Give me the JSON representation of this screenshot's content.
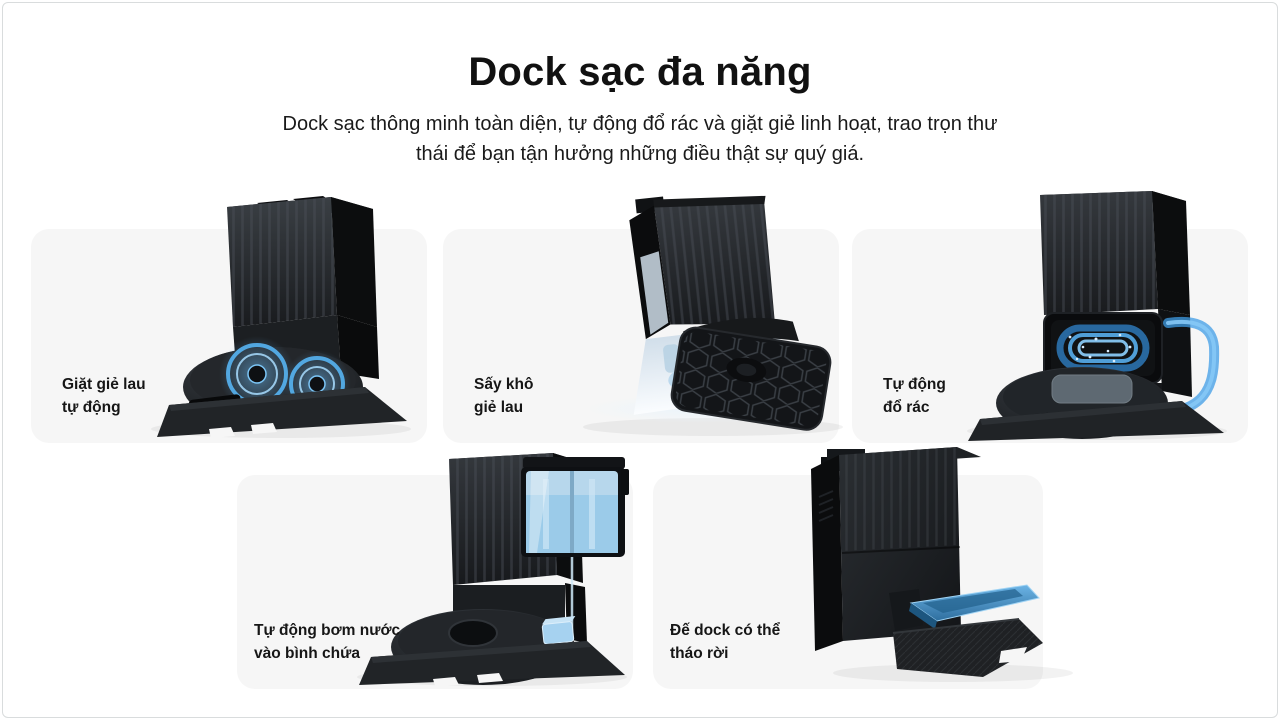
{
  "colors": {
    "page_background": "#ffffff",
    "card_background": "#f6f6f6",
    "text_primary": "#111111",
    "accent_blue_glow": "#57b4f2"
  },
  "header": {
    "title": "Dock sạc đa năng",
    "subtitle_line1": "Dock sạc thông minh toàn diện, tự động đổ rác và giặt giẻ linh hoạt, trao trọn thư",
    "subtitle_line2": "thái để bạn tận hưởng những điều thật sự quý giá."
  },
  "features": [
    {
      "id": "wash-mop",
      "illustration": "robot-dock-mop-washing",
      "lines": [
        "Giặt giẻ lau",
        "tự động"
      ]
    },
    {
      "id": "dry-mop",
      "illustration": "robot-dock-mop-drying",
      "lines": [
        "Sấy khô",
        "giẻ lau"
      ]
    },
    {
      "id": "auto-empty-dust",
      "illustration": "robot-dock-auto-empty-dust",
      "lines": [
        "Tự động",
        "đổ rác"
      ]
    },
    {
      "id": "auto-refill-water",
      "illustration": "robot-dock-water-refill",
      "lines": [
        "Tự động bơm nước",
        "vào bình chứa"
      ]
    },
    {
      "id": "detachable-base",
      "illustration": "robot-dock-detachable-base",
      "lines": [
        "Đế dock có thể",
        "tháo rời"
      ]
    }
  ]
}
